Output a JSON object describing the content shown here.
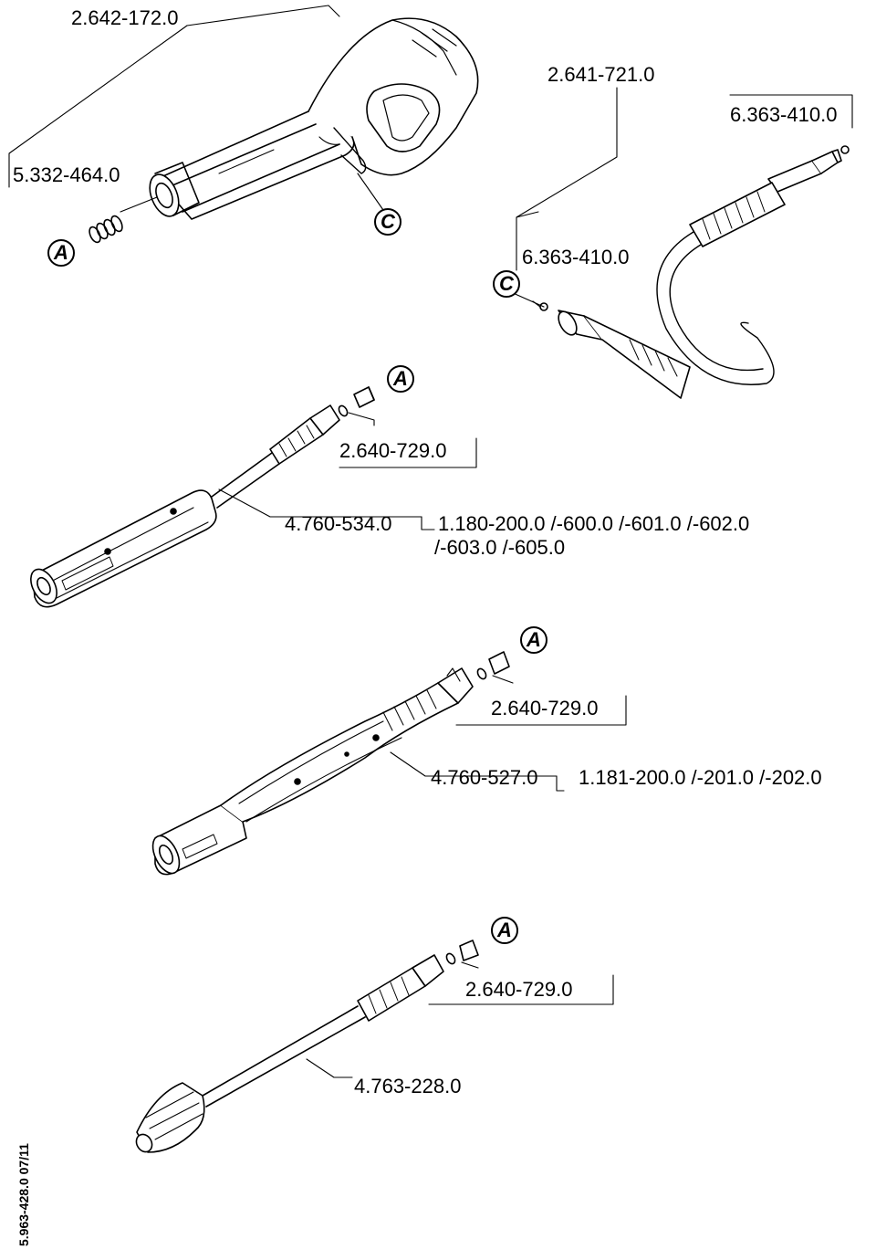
{
  "parts": {
    "gun_housing": "2.642-172.0",
    "gun_spring": "5.332-464.0",
    "hose": "2.641-721.0",
    "hose_oring_end": "6.363-410.0",
    "hose_oring_start": "6.363-410.0",
    "nozzle_1": "2.640-729.0",
    "lance_1": "4.760-534.0",
    "assembly_1_line1": "1.180-200.0 /-600.0 /-601.0 /-602.0",
    "assembly_1_line2": "/-603.0 /-605.0",
    "nozzle_2": "2.640-729.0",
    "lance_2": "4.760-527.0",
    "assembly_2": "1.181-200.0 /-201.0 /-202.0",
    "nozzle_3": "2.640-729.0",
    "lance_3": "4.763-228.0"
  },
  "callouts": {
    "a": "A",
    "c": "C"
  },
  "document": {
    "code": "5.963-428.0  07/11"
  }
}
